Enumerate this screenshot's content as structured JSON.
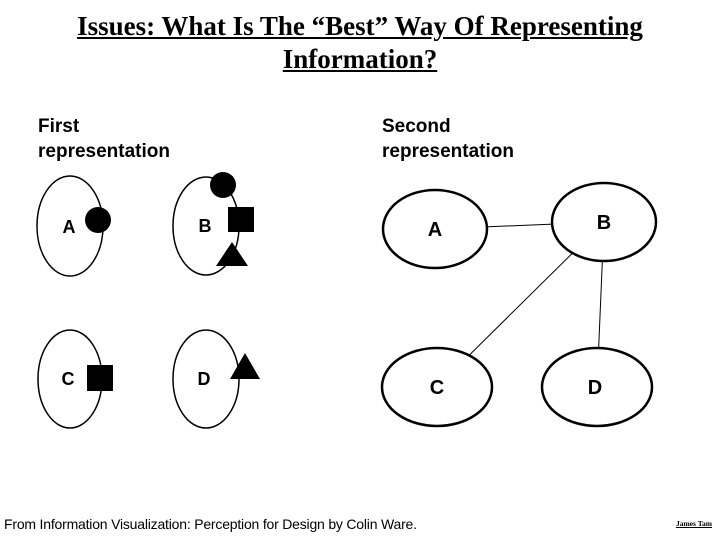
{
  "slide": {
    "title_line1": "Issues: What Is The “Best” Way Of Representing",
    "title_line2": "Information?",
    "caption": "From Information Visualization: Perception for Design by Colin Ware.",
    "signature": "James Tam",
    "background_color": "#ffffff",
    "ink_color": "#000000"
  },
  "first_representation": {
    "heading": "First representation",
    "nodes": [
      {
        "label": "A",
        "glyphs": [
          "filled-circle"
        ]
      },
      {
        "label": "B",
        "glyphs": [
          "filled-circle",
          "filled-square",
          "filled-triangle"
        ]
      },
      {
        "label": "C",
        "glyphs": [
          "filled-square"
        ]
      },
      {
        "label": "D",
        "glyphs": [
          "filled-triangle"
        ]
      }
    ]
  },
  "second_representation": {
    "heading": "Second representation",
    "nodes": [
      {
        "label": "A"
      },
      {
        "label": "B"
      },
      {
        "label": "C"
      },
      {
        "label": "D"
      }
    ],
    "edges": [
      [
        "A",
        "B"
      ],
      [
        "B",
        "C"
      ],
      [
        "B",
        "D"
      ]
    ]
  }
}
